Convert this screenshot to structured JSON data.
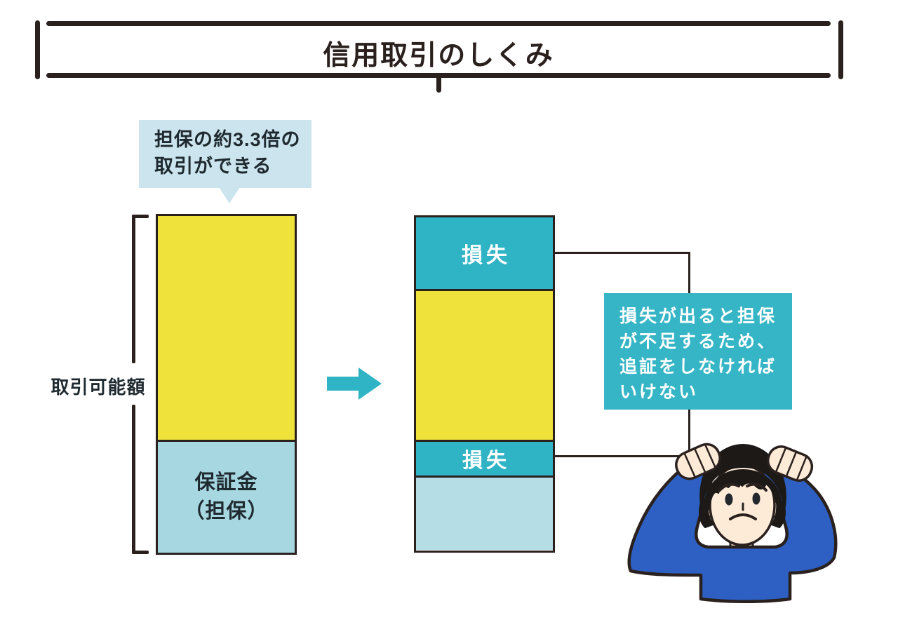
{
  "title": {
    "label": "信用取引のしくみ"
  },
  "bubble": {
    "line1": "担保の約3.3倍の",
    "line2": "取引ができる"
  },
  "left_bar": {
    "bracket_label": "取引可能額",
    "deposit_line1": "保証金",
    "deposit_line2": "（担保）"
  },
  "right_bar": {
    "loss_top": "損失",
    "loss_bottom": "損失"
  },
  "info_box": {
    "lines": [
      "損失が出ると担保",
      "が不足するため、",
      "追証をしなければ",
      "いけない"
    ]
  },
  "icons": {
    "arrow": "right-arrow-icon",
    "person": "worried-person-illustration"
  },
  "colors": {
    "line_black": "#2a211e",
    "teal": "#2fb4c5",
    "info_teal": "#35b5c5",
    "yellow": "#efe23b",
    "light_blue_left_bar": "#a7d8e2",
    "light_blue_right_bar": "#b4dde6",
    "bubble_blue": "#cbe4ed",
    "text_dark": "#1f2a30",
    "loss_text": "#ffffff",
    "shirt_blue": "#2d60c2",
    "skin": "#fdebd8",
    "hair": "#1c1916"
  }
}
